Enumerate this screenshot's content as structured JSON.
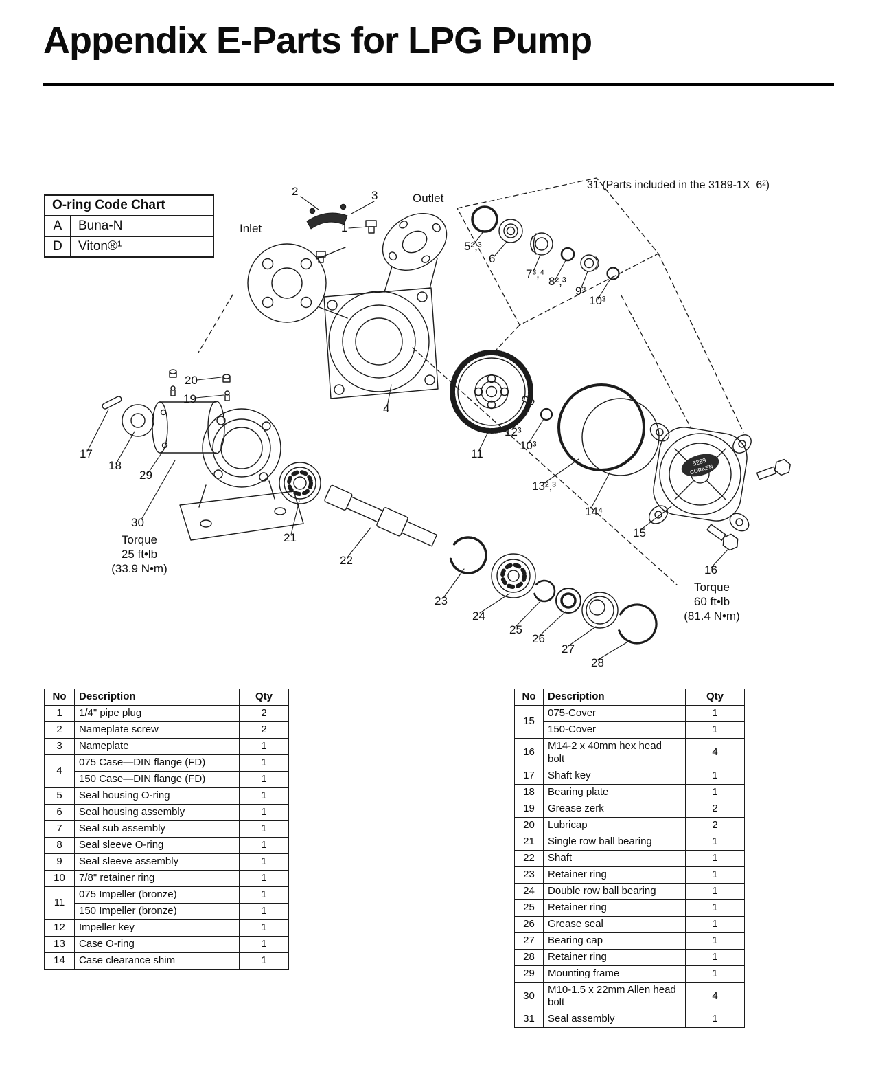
{
  "page": {
    "title": "Appendix E-Parts for LPG Pump"
  },
  "oring_chart": {
    "title": "O-ring Code Chart",
    "rows": [
      {
        "code": "A",
        "material": "Buna-N"
      },
      {
        "code": "D",
        "material": "Viton®¹"
      }
    ]
  },
  "diagram": {
    "inlet": "Inlet",
    "outlet": "Outlet",
    "note_parts_included": "31 (Parts included in the 3189-1X_6²)",
    "cover_marking_line1": "5289",
    "cover_marking_line2": "CORKEN",
    "torque_25": {
      "l1": "Torque",
      "l2": "25 ft•lb",
      "l3": "(33.9 N•m)"
    },
    "torque_60": {
      "l1": "Torque",
      "l2": "60 ft•lb",
      "l3": "(81.4 N•m)"
    },
    "callouts": {
      "c1": "1",
      "c2": "2",
      "c3": "3",
      "c4": "4",
      "c5": "5²,³",
      "c6": "6",
      "c7": "7³,⁴",
      "c8": "8²,³",
      "c9": "9³",
      "c10a": "10³",
      "c10b": "10³",
      "c11": "11",
      "c12": "12³",
      "c13": "13²,³",
      "c14": "14⁴",
      "c15": "15",
      "c16": "16",
      "c17": "17",
      "c18": "18",
      "c19": "19",
      "c20": "20",
      "c21": "21",
      "c22": "22",
      "c23": "23",
      "c24": "24",
      "c25": "25",
      "c26": "26",
      "c27": "27",
      "c28": "28",
      "c29": "29",
      "c30": "30"
    }
  },
  "left_table": {
    "headers": {
      "no": "No",
      "description": "Description",
      "qty": "Qty"
    },
    "rows": [
      {
        "no": "1",
        "lines": [
          {
            "description": "1/4\" pipe plug",
            "qty": "2"
          }
        ]
      },
      {
        "no": "2",
        "lines": [
          {
            "description": "Nameplate screw",
            "qty": "2"
          }
        ]
      },
      {
        "no": "3",
        "lines": [
          {
            "description": "Nameplate",
            "qty": "1"
          }
        ]
      },
      {
        "no": "4",
        "lines": [
          {
            "description": "075 Case—DIN flange (FD)",
            "qty": "1"
          },
          {
            "description": "150 Case—DIN flange (FD)",
            "qty": "1"
          }
        ]
      },
      {
        "no": "5",
        "lines": [
          {
            "description": "Seal housing O-ring",
            "qty": "1"
          }
        ]
      },
      {
        "no": "6",
        "lines": [
          {
            "description": "Seal housing assembly",
            "qty": "1"
          }
        ]
      },
      {
        "no": "7",
        "lines": [
          {
            "description": "Seal sub assembly",
            "qty": "1"
          }
        ]
      },
      {
        "no": "8",
        "lines": [
          {
            "description": "Seal sleeve O-ring",
            "qty": "1"
          }
        ]
      },
      {
        "no": "9",
        "lines": [
          {
            "description": "Seal sleeve assembly",
            "qty": "1"
          }
        ]
      },
      {
        "no": "10",
        "lines": [
          {
            "description": "7/8\" retainer ring",
            "qty": "1"
          }
        ]
      },
      {
        "no": "11",
        "lines": [
          {
            "description": "075 Impeller (bronze)",
            "qty": "1"
          },
          {
            "description": "150 Impeller (bronze)",
            "qty": "1"
          }
        ]
      },
      {
        "no": "12",
        "lines": [
          {
            "description": "Impeller key",
            "qty": "1"
          }
        ]
      },
      {
        "no": "13",
        "lines": [
          {
            "description": "Case O-ring",
            "qty": "1"
          }
        ]
      },
      {
        "no": "14",
        "lines": [
          {
            "description": "Case clearance shim",
            "qty": "1"
          }
        ]
      }
    ]
  },
  "right_table": {
    "headers": {
      "no": "No",
      "description": "Description",
      "qty": "Qty"
    },
    "rows": [
      {
        "no": "15",
        "lines": [
          {
            "description": "075-Cover",
            "qty": "1"
          },
          {
            "description": "150-Cover",
            "qty": "1"
          }
        ]
      },
      {
        "no": "16",
        "lines": [
          {
            "description": "M14-2 x 40mm hex head bolt",
            "qty": "4"
          }
        ]
      },
      {
        "no": "17",
        "lines": [
          {
            "description": "Shaft key",
            "qty": "1"
          }
        ]
      },
      {
        "no": "18",
        "lines": [
          {
            "description": "Bearing plate",
            "qty": "1"
          }
        ]
      },
      {
        "no": "19",
        "lines": [
          {
            "description": "Grease zerk",
            "qty": "2"
          }
        ]
      },
      {
        "no": "20",
        "lines": [
          {
            "description": "Lubricap",
            "qty": "2"
          }
        ]
      },
      {
        "no": "21",
        "lines": [
          {
            "description": "Single row ball bearing",
            "qty": "1"
          }
        ]
      },
      {
        "no": "22",
        "lines": [
          {
            "description": "Shaft",
            "qty": "1"
          }
        ]
      },
      {
        "no": "23",
        "lines": [
          {
            "description": "Retainer ring",
            "qty": "1"
          }
        ]
      },
      {
        "no": "24",
        "lines": [
          {
            "description": "Double row ball bearing",
            "qty": "1"
          }
        ]
      },
      {
        "no": "25",
        "lines": [
          {
            "description": "Retainer ring",
            "qty": "1"
          }
        ]
      },
      {
        "no": "26",
        "lines": [
          {
            "description": "Grease seal",
            "qty": "1"
          }
        ]
      },
      {
        "no": "27",
        "lines": [
          {
            "description": "Bearing cap",
            "qty": "1"
          }
        ]
      },
      {
        "no": "28",
        "lines": [
          {
            "description": "Retainer ring",
            "qty": "1"
          }
        ]
      },
      {
        "no": "29",
        "lines": [
          {
            "description": "Mounting frame",
            "qty": "1"
          }
        ]
      },
      {
        "no": "30",
        "lines": [
          {
            "description": "M10-1.5 x 22mm Allen head bolt",
            "qty": "4"
          }
        ]
      },
      {
        "no": "31",
        "lines": [
          {
            "description": "Seal assembly",
            "qty": "1"
          }
        ]
      }
    ]
  }
}
